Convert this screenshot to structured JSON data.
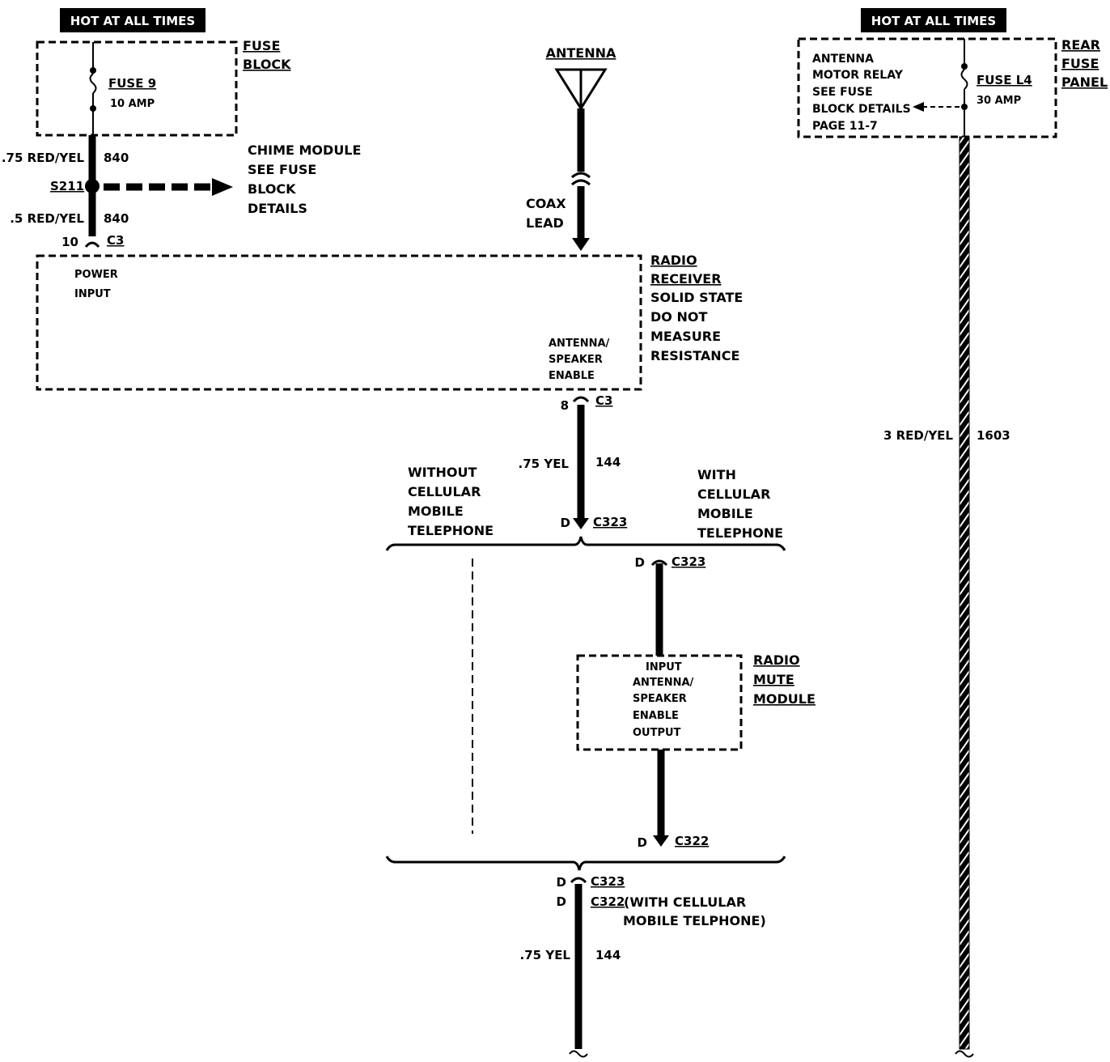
{
  "hot_left": "HOT AT ALL TIMES",
  "hot_right": "HOT AT ALL TIMES",
  "fuse_block": [
    "FUSE",
    "BLOCK"
  ],
  "fuse9": {
    "name": "FUSE 9",
    "rating": "10 AMP"
  },
  "wire_840_top": {
    "gauge": ".75 RED/YEL",
    "circuit": "840"
  },
  "splice": "S211",
  "chime": [
    "CHIME MODULE",
    "SEE FUSE",
    "BLOCK",
    "DETAILS"
  ],
  "wire_840_bottom": {
    "gauge": ".5 RED/YEL",
    "circuit": "840"
  },
  "conn_c3_top": {
    "pin": "10",
    "name": "C3"
  },
  "power_input": [
    "POWER",
    "INPUT"
  ],
  "antenna": "ANTENNA",
  "coax": [
    "COAX",
    "LEAD"
  ],
  "radio_receiver": [
    "RADIO",
    "RECEIVER",
    "SOLID STATE",
    "DO NOT",
    "MEASURE",
    "RESISTANCE"
  ],
  "ant_spk_enable": [
    "ANTENNA/",
    "SPEAKER",
    "ENABLE"
  ],
  "conn_c3_bottom": {
    "pin": "8",
    "name": "C3"
  },
  "wire_144_top": {
    "gauge": ".75 YEL",
    "circuit": "144"
  },
  "without_cell": [
    "WITHOUT",
    "CELLULAR",
    "MOBILE",
    "TELEPHONE"
  ],
  "with_cell": [
    "WITH",
    "CELLULAR",
    "MOBILE",
    "TELEPHONE"
  ],
  "conn_c323_a": {
    "pin": "D",
    "name": "C323"
  },
  "conn_c323_b": {
    "pin": "D",
    "name": "C323"
  },
  "radio_mute_module": [
    "RADIO",
    "MUTE",
    "MODULE"
  ],
  "mute_internal": [
    "INPUT",
    "ANTENNA/",
    "SPEAKER",
    "ENABLE",
    "OUTPUT"
  ],
  "conn_c322_a": {
    "pin": "D",
    "name": "C322"
  },
  "conn_c323_c": {
    "pin": "D",
    "name": "C323"
  },
  "conn_c322_b": {
    "pin": "D",
    "name": "C322",
    "note": "(WITH CELLULAR",
    "note2": "MOBILE TELPHONE)"
  },
  "wire_144_bottom": {
    "gauge": ".75 YEL",
    "circuit": "144"
  },
  "antenna_relay": [
    "ANTENNA",
    "MOTOR RELAY",
    "SEE FUSE",
    "BLOCK DETAILS",
    "PAGE 11-7"
  ],
  "fuseL4": {
    "name": "FUSE L4",
    "rating": "30 AMP"
  },
  "rear_fuse_panel": [
    "REAR",
    "FUSE",
    "PANEL"
  ],
  "wire_1603": {
    "gauge": "3 RED/YEL",
    "circuit": "1603"
  }
}
